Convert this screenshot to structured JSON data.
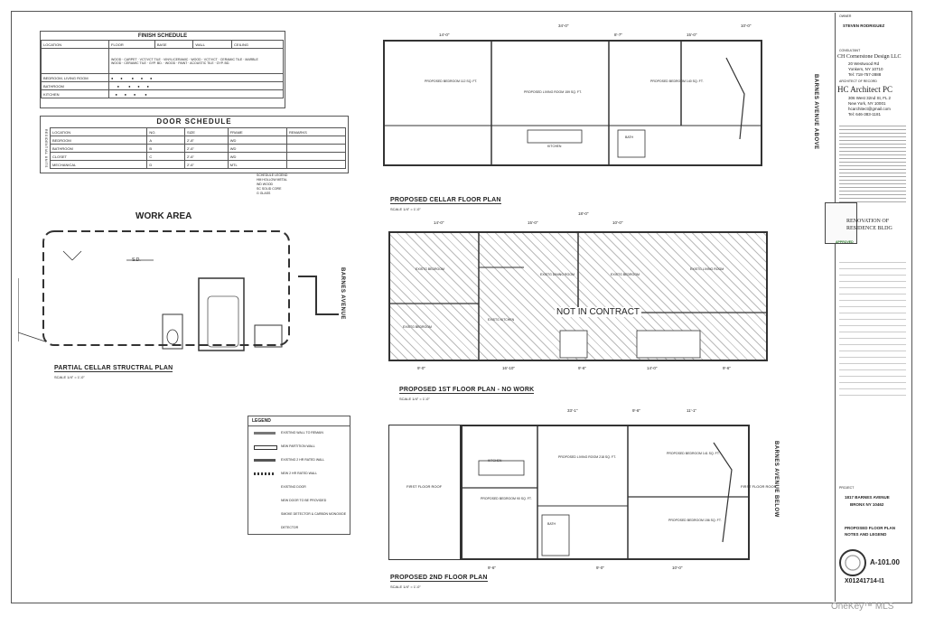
{
  "finish_schedule": {
    "title": "FINISH SCHEDULE",
    "headers": [
      "LOCATION",
      "FLOOR",
      "BASE",
      "WALL",
      "CEILING"
    ],
    "sub_headers": [
      "WOOD",
      "CARPET",
      "VCT/VCT TILE",
      "VINYL/CERAMIC",
      "WOOD",
      "VCT/VCT",
      "CERAMIC TILE",
      "MARBLE",
      "WOOD",
      "CERAMIC TILE",
      "GYP. BD.",
      "WOOD",
      "PAINT",
      "ACOUSTIC TILE",
      "GYP. BD."
    ],
    "rows": [
      "BEDROOM, LIVING ROOM",
      "BATHROOM",
      "KITCHEN"
    ]
  },
  "door_schedule": {
    "title": "DOOR SCHEDULE",
    "side_label": "RESIDENTIAL UNITS",
    "headers": [
      "LOCATION",
      "NO.",
      "SIZE",
      "FRAME",
      "REMARKS"
    ],
    "rows": [
      [
        "BEDROOM",
        "A",
        "2'-8\"",
        "WD"
      ],
      [
        "BATHROOM",
        "B",
        "2'-6\"",
        "WD"
      ],
      [
        "CLOSET",
        "C",
        "2'-6\"",
        "WD"
      ],
      [
        "MECHANICAL",
        "D",
        "2'-6\"",
        "MTL"
      ]
    ],
    "legend": [
      "SCHEDULE LEGEND",
      "HM  HOLLOW METAL",
      "WD  WOOD",
      "SC  SOLID CORE",
      "G   GLASS"
    ]
  },
  "work_area": {
    "title": "WORK AREA",
    "plan_label": "PARTIAL CELLAR STRUCTRAL PLAN",
    "scale": "SCALE 1/4\" = 1'-0\"",
    "street": "BARNES AVENUE",
    "note": "S.D."
  },
  "legend": {
    "title": "LEGEND",
    "items": [
      "EXISTING WALL TO REMAIN",
      "NEW PARTITION WALL",
      "EXISTING 2 HR RATED WALL",
      "NEW 2 HR RATED WALL",
      "EXISTING DOOR",
      "NEW DOOR TO BE PROVIDED",
      "SMOKE DETECTOR & CARBON MONOXIDE DETECTOR"
    ]
  },
  "cellar_plan": {
    "title": "PROPOSED CELLAR  FLOOR PLAN",
    "scale": "SCALE 1/4\" = 1'-0\"",
    "street": "BARNES AVENUE ABOVE",
    "dims": [
      "14'-0\"",
      "34'-0\"",
      "8'-7\"",
      "15'-0\"",
      "10'-0\""
    ],
    "rooms": [
      "PROPOSED BEDROOM 112 SQ. FT.",
      "PROPOSED LIVING ROOM 159 SQ. FT.",
      "PROPOSED BEDROOM 140 SQ. FT.",
      "BATH",
      "KITCHEN"
    ]
  },
  "first_plan": {
    "title": "PROPOSED 1ST  FLOOR PLAN - NO WORK",
    "scale": "SCALE 1/4\" = 1'-0\"",
    "stamp": "NOT IN CONTRACT",
    "dims": [
      "14'-0\"",
      "15'-0\"",
      "10'-0\"",
      "18'-0\"",
      "9'-0\"",
      "16'-10\"",
      "9'-6\"",
      "14'-0\"",
      "9'-6\""
    ],
    "rooms": [
      "EXISTG BEDROOM",
      "EXISTG DINING ROOM",
      "EXISTG BEDROOM",
      "EXISTG LIVING ROOM",
      "EXISTG KITCHEN",
      "EXISTG BEDROOM"
    ]
  },
  "second_plan": {
    "title": "PROPOSED 2ND  FLOOR PLAN",
    "scale": "SCALE 1/4\" = 1'-0\"",
    "street": "BARNES AVENUE BELOW",
    "roof_left": "FIRST FLOOR ROOF",
    "roof_right": "FIRST FLOOR ROOF",
    "dims": [
      "33'-1\"",
      "9'-6\"",
      "11'-1\"",
      "9'-6\"",
      "9'-0\"",
      "10'-0\""
    ],
    "rooms": [
      "PROPOSED LIVING ROOM 218 SQ. FT.",
      "PROPOSED BEDROOM 141 SQ. FT.",
      "PROPOSED BEDROOM 90 SQ. FT.",
      "PROPOSED BEDROOM 156 SQ. FT.",
      "KITCHEN",
      "BATH"
    ]
  },
  "title_block": {
    "owner_label": "OWNER",
    "owner": "STEVEN RODRIGUEZ",
    "consultant_label": "CONSULTANT",
    "consultant": "CH Cornerstone Design LLC",
    "consultant_addr": [
      "20 Westwood Rd",
      "Yonkers, NY 10710",
      "Tel: 718-757-2888"
    ],
    "architect_label": "ARCHITECT OF RECORD",
    "architect": "HC Architect PC",
    "architect_addr": [
      "306 West 32nd St, FL 2",
      "New York, NY 10001",
      "hcarchitect@gmail.com",
      "Tel: 646-383-1181"
    ],
    "project_title": [
      "RENOVATION OF",
      "RESIDENCE BLDG"
    ],
    "approved": "APPROVED",
    "project_label": "PROJECT",
    "address": [
      "1817 BARNES AVENUE",
      "BRONX NY 10462"
    ],
    "sheet_title": [
      "PROPOSED FLOOR PLAN",
      "NOTES AND LEGEND"
    ],
    "sheet_no": "A-101.00",
    "job_no": "X01241714-I1"
  },
  "watermark": "OneKey™ MLS"
}
